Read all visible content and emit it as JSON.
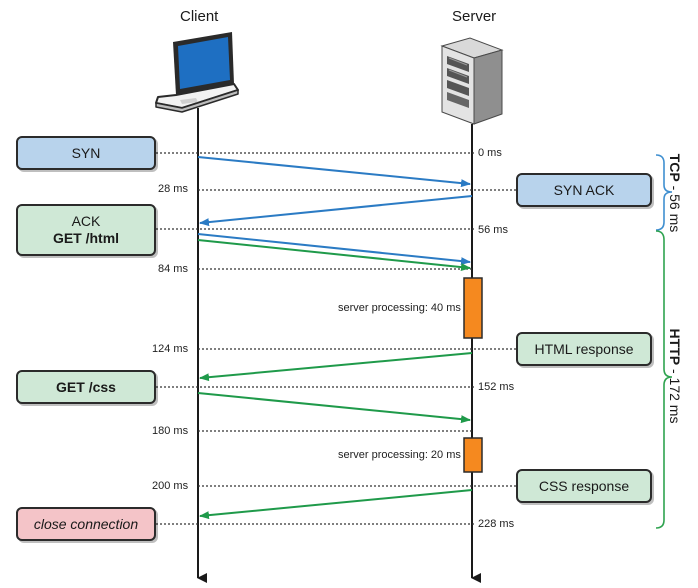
{
  "headers": {
    "client": "Client",
    "server": "Server"
  },
  "colors": {
    "blue_box": "#b8d3ec",
    "green_box": "#cfe8d6",
    "red_box": "#f4c4c8",
    "blue_arrow": "#2b7bc4",
    "green_arrow": "#1f9a4a",
    "processing": "#f5891f",
    "brace_blue": "#3f8fd0",
    "brace_green": "#2fa34f"
  },
  "client_boxes": {
    "syn": "SYN",
    "ack_line1": "ACK",
    "ack_line2": "GET /html",
    "get_css": "GET /css",
    "close": "close connection"
  },
  "server_boxes": {
    "syn_ack": "SYN ACK",
    "html_response": "HTML response",
    "css_response": "CSS response"
  },
  "timings": {
    "t0": "0 ms",
    "t28": "28 ms",
    "t56": "56 ms",
    "t84": "84 ms",
    "t124": "124 ms",
    "t152": "152 ms",
    "t180": "180 ms",
    "t200": "200 ms",
    "t228": "228 ms"
  },
  "processing": {
    "first": "server processing: 40 ms",
    "second": "server processing: 20 ms"
  },
  "phases": {
    "tcp_bold": "TCP",
    "tcp_rest": " - 56 ms",
    "http_bold": "HTTP",
    "http_rest": " - 172 ms"
  },
  "icons": {
    "client": "laptop-icon",
    "server": "server-tower-icon"
  }
}
